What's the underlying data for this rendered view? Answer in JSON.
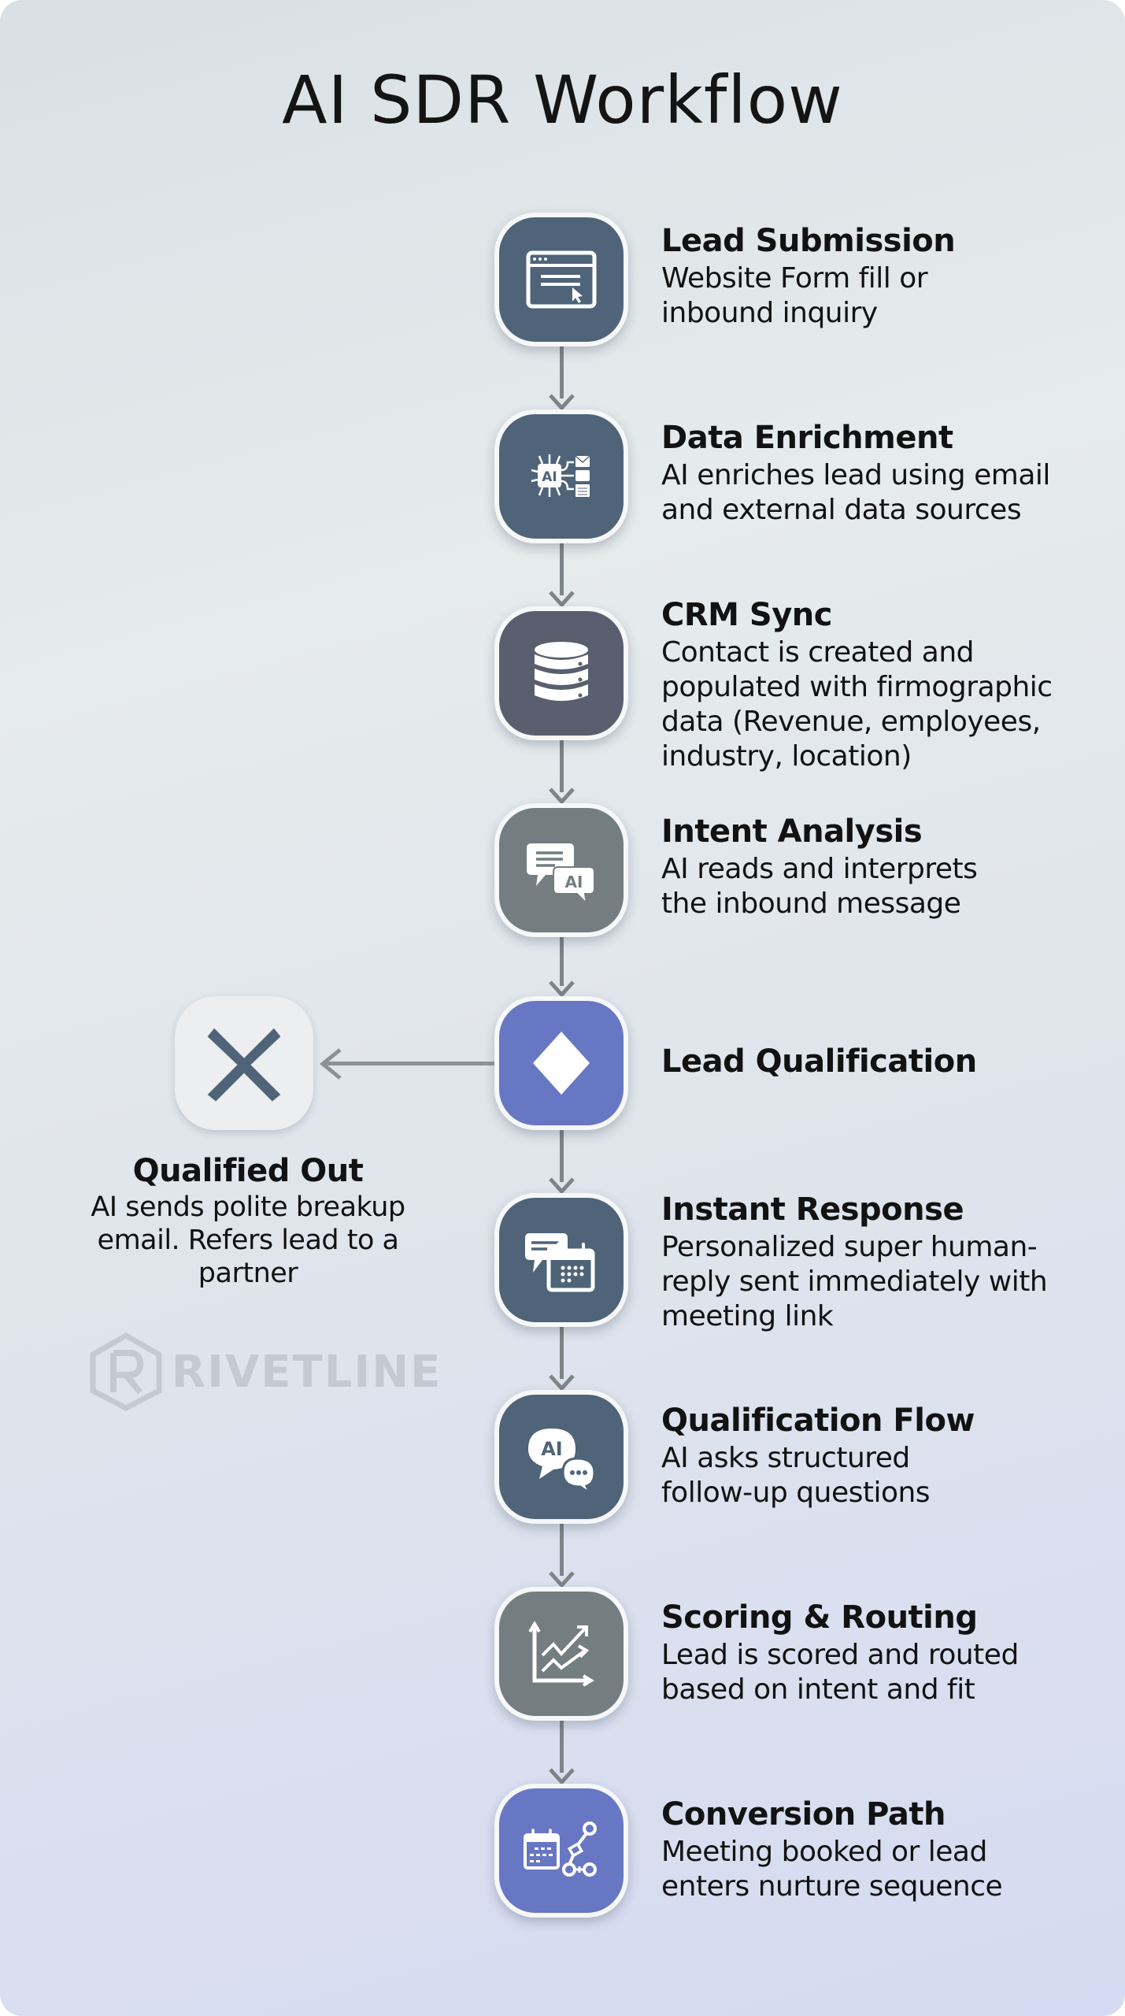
{
  "title": "AI SDR Workflow",
  "colors": {
    "slate": "#4f6479",
    "charcoal": "#5b5e6e",
    "gray": "#747d7f",
    "indigo": "#6877c3",
    "connector": "#7d8588",
    "reject_x": "#4f6479",
    "text": "#121212"
  },
  "steps": [
    {
      "title": "Lead Submission",
      "description": [
        "Website Form fill or",
        "inbound inquiry"
      ],
      "icon": "browser-form-cursor-icon",
      "color": "#4f6479"
    },
    {
      "title": "Data Enrichment",
      "description": [
        "AI enriches lead using email",
        "and external data sources"
      ],
      "icon": "ai-chip-data-sources-icon",
      "color": "#4f6479"
    },
    {
      "title": "CRM Sync",
      "description": [
        "Contact is created and",
        "populated with firmographic",
        "data (Revenue, employees,",
        "industry, location)"
      ],
      "icon": "database-icon",
      "color": "#5b5e6e"
    },
    {
      "title": "Intent Analysis",
      "description": [
        "AI reads and interprets",
        "the inbound message"
      ],
      "icon": "chat-ai-bubbles-icon",
      "color": "#747d7f"
    },
    {
      "title": "Lead Qualification",
      "description": [],
      "icon": "decision-diamond-icon",
      "color": "#6877c3"
    },
    {
      "title": "Instant Response",
      "description": [
        "Personalized super human-",
        "reply sent immediately with",
        "meeting link"
      ],
      "icon": "chat-calendar-icon",
      "color": "#4f6479"
    },
    {
      "title": "Qualification Flow",
      "description": [
        "AI asks structured",
        "follow-up questions"
      ],
      "icon": "ai-chat-ellipsis-icon",
      "color": "#4f6479"
    },
    {
      "title": "Scoring & Routing",
      "description": [
        "Lead is scored and routed",
        "based on intent and fit"
      ],
      "icon": "trend-chart-icon",
      "color": "#747d7f"
    },
    {
      "title": "Conversion Path",
      "description": [
        "Meeting booked or lead",
        "enters nurture sequence"
      ],
      "icon": "calendar-branch-icon",
      "color": "#6877c3"
    }
  ],
  "branch": {
    "title": "Qualified Out",
    "description": [
      "AI sends polite breakup",
      "email. Refers lead to a",
      "partner"
    ],
    "icon": "x-icon"
  },
  "watermark": {
    "text": "RIVETLINE",
    "icon": "hexagon-r-logo-icon"
  }
}
